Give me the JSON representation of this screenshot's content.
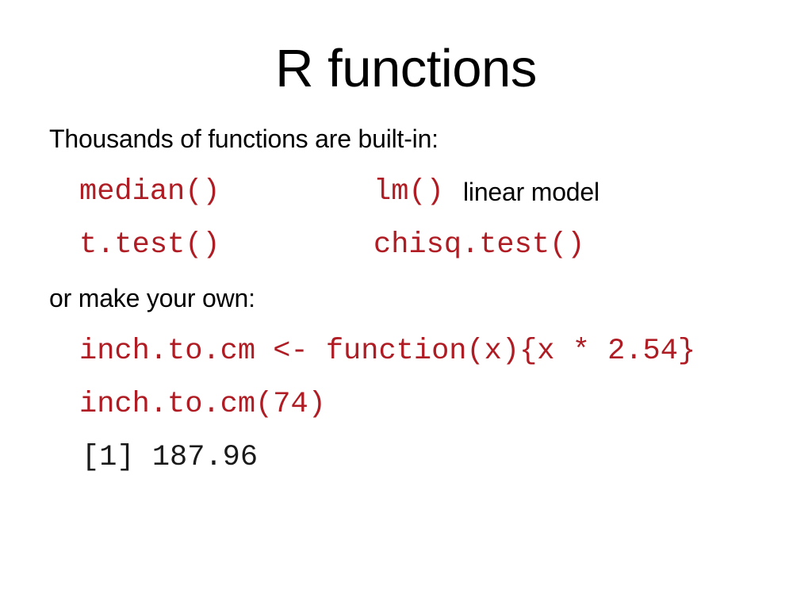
{
  "slide": {
    "title": "R functions",
    "colors": {
      "background": "#ffffff",
      "text": "#000000",
      "code_red": "#af1c23",
      "output": "#1a1a1a"
    },
    "intro_text": "Thousands of functions are built-in:",
    "builtin_rows": [
      {
        "left_code": "median()",
        "right_code": "lm()",
        "note": "linear model"
      },
      {
        "left_code": "t.test()",
        "right_code": "chisq.test()",
        "note": ""
      }
    ],
    "own_text": "or make your own:",
    "custom_code": [
      "inch.to.cm <- function(x){x * 2.54}",
      "inch.to.cm(74)"
    ],
    "console_output": "[1] 187.96"
  }
}
